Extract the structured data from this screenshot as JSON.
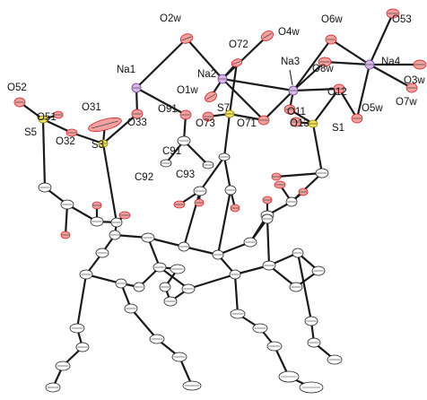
{
  "labels": {
    "O2w": "O2w",
    "O4w": "O4w",
    "O6w": "O6w",
    "O53": "O53",
    "O72": "O72",
    "Na1": "Na1",
    "Na2": "Na2",
    "Na3": "Na3",
    "Na4": "Na4",
    "O8w": "O8w",
    "O3w": "O3w",
    "O1w": "O1w",
    "O12": "O12",
    "O52": "O52",
    "O31": "O31",
    "O51": "O51",
    "S5": "S5",
    "O32": "O32",
    "S3": "S3",
    "O33": "O33",
    "O91": "O91",
    "O73": "O73",
    "S7": "S7",
    "O71": "O71",
    "O11": "O11",
    "O13": "O13",
    "S1": "S1",
    "O5w": "O5w",
    "O7w": "O7w",
    "C91": "C91",
    "C92": "C92",
    "C93": "C93"
  },
  "colors": {
    "oxygen": "#f2a0a0",
    "sulfur": "#f2e35a",
    "sodium": "#d7b6e8",
    "carbon": "#ffffff",
    "bond": "#1a1a1a"
  }
}
